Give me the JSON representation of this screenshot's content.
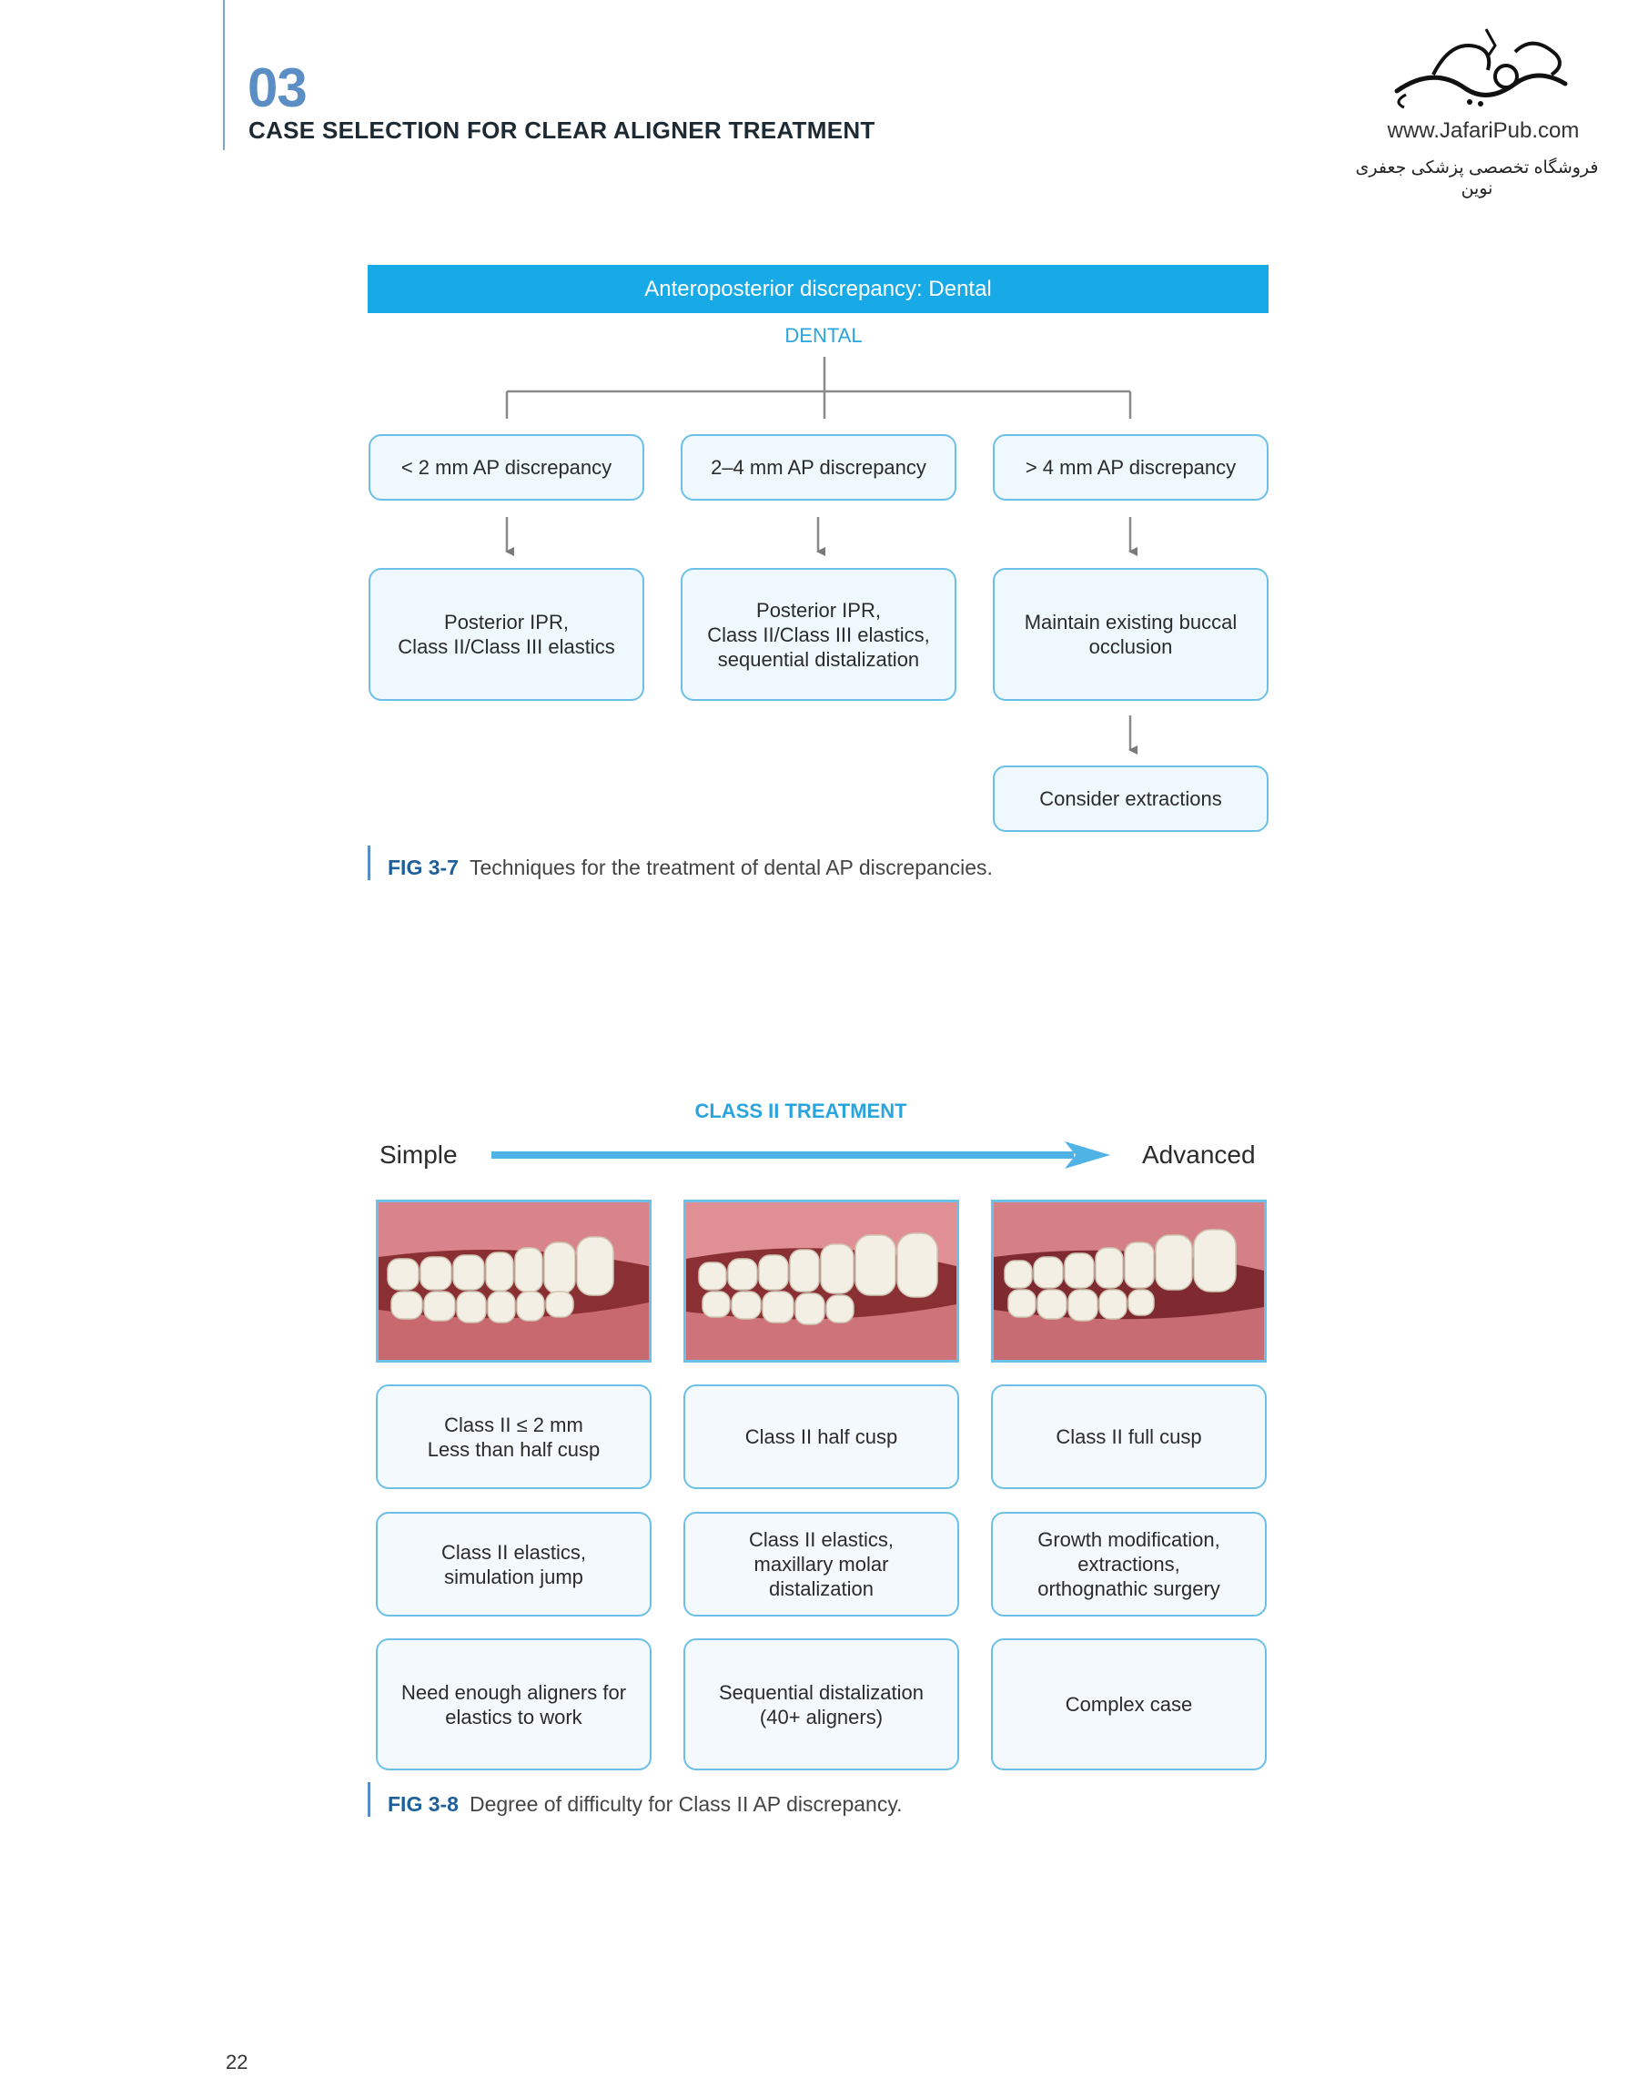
{
  "header": {
    "chapter_number": "03",
    "chapter_title": "CASE SELECTION FOR CLEAR ALIGNER TREATMENT"
  },
  "publisher": {
    "url": "www.JafariPub.com",
    "tagline": "فروشگاه تخصصی پزشکی جعفری نوین"
  },
  "fig7": {
    "banner": "Anteroposterior discrepancy: Dental",
    "root_label": "DENTAL",
    "columns": [
      {
        "condition": "< 2 mm AP discrepancy",
        "treatment": "Posterior IPR,\nClass II/Class III elastics"
      },
      {
        "condition": "2–4 mm AP discrepancy",
        "treatment": "Posterior IPR,\nClass II/Class III elastics,\nsequential distalization"
      },
      {
        "condition": "> 4 mm AP discrepancy",
        "treatment": "Maintain existing buccal\nocclusion",
        "followup": "Consider extractions"
      }
    ],
    "caption_number": "FIG 3-7",
    "caption_text": "Techniques for the treatment of dental AP discrepancies."
  },
  "fig8": {
    "title": "CLASS II TREATMENT",
    "scale_start": "Simple",
    "scale_end": "Advanced",
    "arrow_color": "#4fb3e6",
    "columns": [
      {
        "severity": "Class II ≤ 2 mm\nLess than half cusp",
        "treatment": "Class II elastics,\nsimulation jump",
        "note": "Need enough aligners for\nelastics to work"
      },
      {
        "severity": "Class II half cusp",
        "treatment": "Class II elastics,\nmaxillary molar\ndistalization",
        "note": "Sequential distalization\n(40+ aligners)"
      },
      {
        "severity": "Class II full cusp",
        "treatment": "Growth modification,\nextractions,\northognathic surgery",
        "note": "Complex case"
      }
    ],
    "caption_number": "FIG 3-8",
    "caption_text": "Degree of difficulty for Class II AP discrepancy."
  },
  "page_number": "22",
  "colors": {
    "accent": "#18aae6",
    "node_border": "#6cc0e8",
    "node_fill": "#eef8fd",
    "heading_blue": "#5b8ec4"
  }
}
